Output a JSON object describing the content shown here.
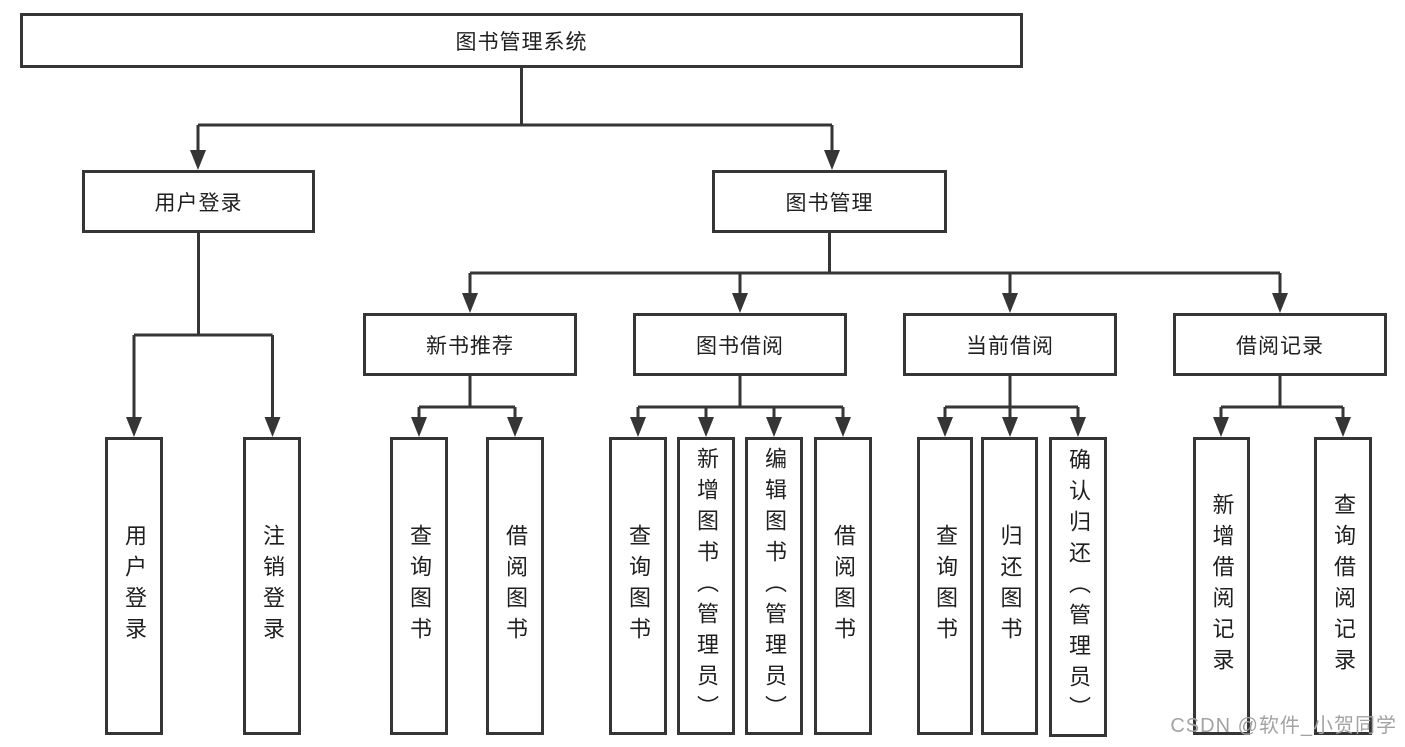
{
  "diagram": {
    "root": {
      "label": "图书管理系统"
    },
    "user_branch": {
      "label": "用户登录",
      "children": [
        {
          "label": "用户登录"
        },
        {
          "label": "注销登录"
        }
      ]
    },
    "book_branch": {
      "label": "图书管理",
      "groups": [
        {
          "label": "新书推荐",
          "children": [
            {
              "label": "查询图书"
            },
            {
              "label": "借阅图书"
            }
          ]
        },
        {
          "label": "图书借阅",
          "children": [
            {
              "label": "查询图书"
            },
            {
              "label": "新增图书（管理员）"
            },
            {
              "label": "编辑图书（管理员）"
            },
            {
              "label": "借阅图书"
            }
          ]
        },
        {
          "label": "当前借阅",
          "children": [
            {
              "label": "查询图书"
            },
            {
              "label": "归还图书"
            },
            {
              "label": "确认归还（管理员）"
            }
          ]
        },
        {
          "label": "借阅记录",
          "children": [
            {
              "label": "新增借阅记录"
            },
            {
              "label": "查询借阅记录"
            }
          ]
        }
      ]
    }
  },
  "watermark": {
    "text": "CSDN @软件_小贺同学"
  },
  "colors": {
    "line": "#353535",
    "text": "#1f1f1f",
    "background": "#ffffff",
    "watermark": "#a3a3a3"
  }
}
